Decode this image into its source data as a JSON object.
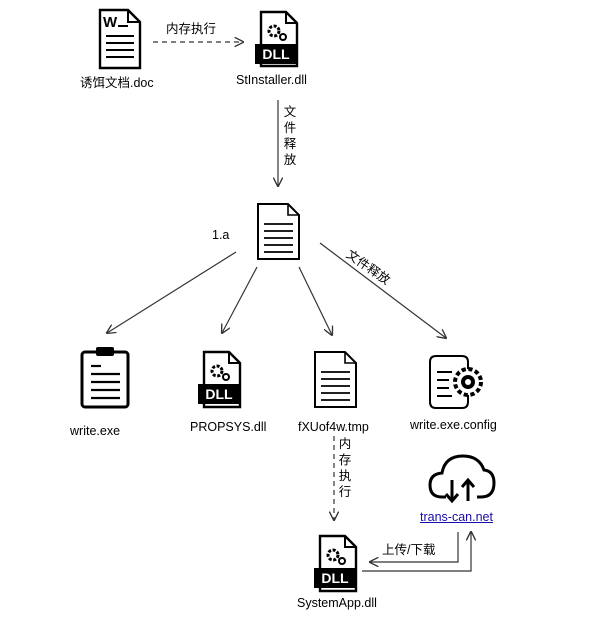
{
  "nodes": {
    "doc": {
      "label": "诱饵文档.doc",
      "icon": "word-document-icon",
      "icon_text": "W"
    },
    "installer": {
      "label": "StInstaller.dll",
      "icon": "dll-file-icon",
      "icon_text": "DLL"
    },
    "payload": {
      "label": "1.a",
      "icon": "text-file-icon"
    },
    "write_exe": {
      "label": "write.exe",
      "icon": "clipboard-icon"
    },
    "propsys": {
      "label": "PROPSYS.dll",
      "icon": "dll-file-icon",
      "icon_text": "DLL"
    },
    "tmp": {
      "label": "fXUof4w.tmp",
      "icon": "text-file-icon"
    },
    "config": {
      "label": "write.exe.config",
      "icon": "config-file-gear-icon"
    },
    "cloud": {
      "label": "trans-can.net",
      "icon": "cloud-upload-download-icon"
    },
    "systemapp": {
      "label": "SystemApp.dll",
      "icon": "dll-file-icon",
      "icon_text": "DLL"
    }
  },
  "edges": {
    "mem_exec_1": "内存执行",
    "release_1": "文件释放",
    "release_2": "文件释放",
    "mem_exec_2": "内存执行",
    "upload_download": "上传/下载"
  }
}
